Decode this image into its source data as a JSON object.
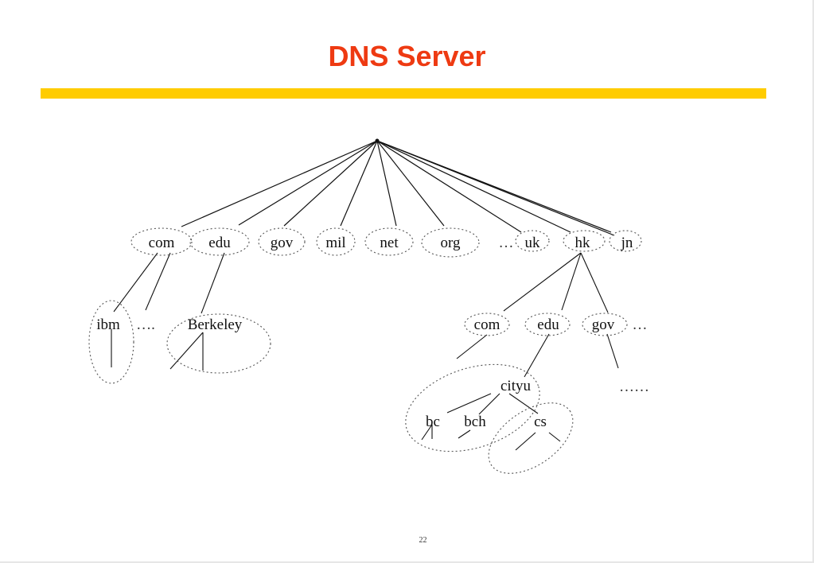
{
  "slide": {
    "title": "DNS Server",
    "page_number": "22",
    "colors": {
      "title": "#ee3a12",
      "rule": "#ffcc00"
    }
  },
  "tree": {
    "top_level": {
      "com": "com",
      "edu": "edu",
      "gov": "gov",
      "mil": "mil",
      "net": "net",
      "org": "org",
      "ellipsis": "…",
      "uk": "uk",
      "hk": "hk",
      "jn": "jn"
    },
    "second_level": {
      "ibm": "ibm",
      "ellipsis": "….",
      "berkeley": "Berkeley",
      "hk_com": "com",
      "hk_edu": "edu",
      "hk_gov": "gov",
      "hk_ellipsis": "…"
    },
    "third_level": {
      "cityu": "cityu",
      "gov_ellipsis": "……"
    },
    "fourth_level": {
      "bc": "bc",
      "bch": "bch",
      "cs": "cs"
    }
  }
}
